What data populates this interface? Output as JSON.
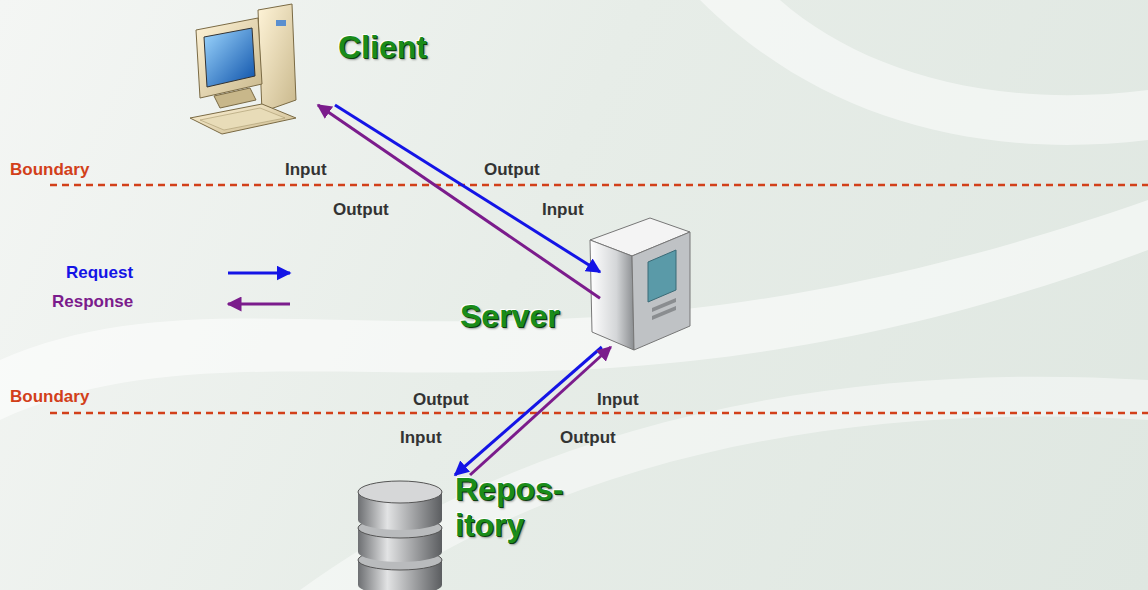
{
  "diagram": {
    "nodes": [
      {
        "text": [
          "Client"
        ]
      },
      {
        "text": [
          "Server"
        ]
      },
      {
        "text": [
          "Repos- itory"
        ]
      }
    ],
    "edges": [
      {
        "from": 0,
        "to": 1,
        "arrow": "to"
      },
      {
        "from": 1,
        "to": 0,
        "arrow": "to"
      },
      {
        "from": 1,
        "to": 2,
        "arrow": "to"
      },
      {
        "from": 2,
        "to": 1,
        "arrow": "to"
      }
    ],
    "labels": [
      "Boundary",
      "Input",
      "Output",
      "Output",
      "Input",
      "Boundary",
      "Output",
      "Input",
      "Input",
      "Output"
    ],
    "legend": [
      {
        "text": "Request"
      },
      {
        "text": "Response"
      }
    ]
  }
}
